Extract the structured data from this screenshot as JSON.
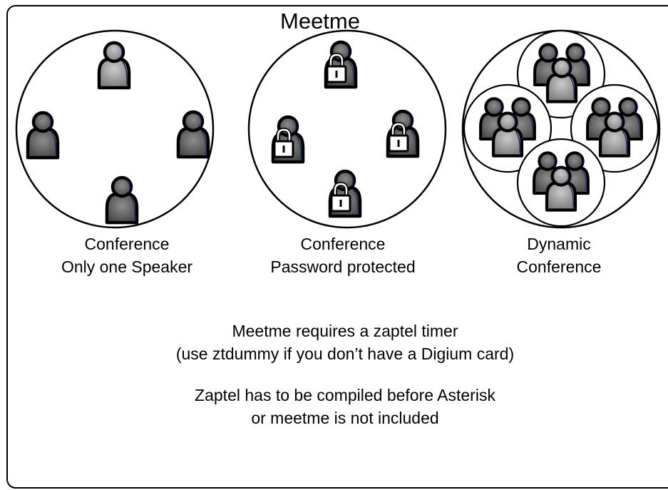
{
  "title": "Meetme",
  "conferences": [
    {
      "caption_line1": "Conference",
      "caption_line2": "Only one Speaker",
      "icon": "person-icon"
    },
    {
      "caption_line1": "Conference",
      "caption_line2": "Password protected",
      "icon": "locked-person-icon"
    },
    {
      "caption_line1": "Dynamic",
      "caption_line2": "Conference",
      "icon": "group-icon"
    }
  ],
  "notes": [
    "Meetme requires a zaptel timer",
    "(use ztdummy if you don’t have a Digium card)",
    "Zaptel has to be compiled before Asterisk",
    "or meetme is not included"
  ],
  "colors": {
    "person_fill": "#6e6e6e",
    "person_active_fill": "#a8a8a8",
    "outline": "#000000",
    "lock_fill": "#ffffff"
  }
}
